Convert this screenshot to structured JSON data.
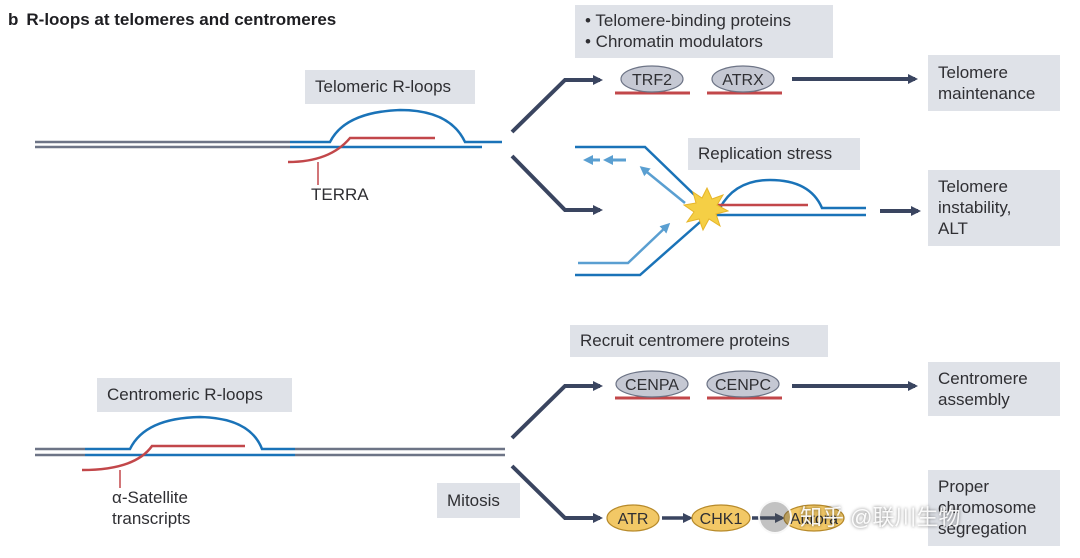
{
  "title": {
    "letter": "b",
    "text": "R-loops at telomeres and centromeres"
  },
  "boxes": {
    "telomere_binding": "• Telomere-binding proteins",
    "chromatin_modulators": "• Chromatin modulators",
    "telomeric_rloops": "Telomeric R-loops",
    "telomere_maintenance": [
      "Telomere",
      "maintenance"
    ],
    "replication_stress": "Replication stress",
    "telomere_instability": [
      "Telomere",
      "instability,",
      "ALT"
    ],
    "recruit_centromere": "Recruit centromere proteins",
    "centromeric_rloops": "Centromeric R-loops",
    "centromere_assembly": [
      "Centromere",
      "assembly"
    ],
    "mitosis": "Mitosis",
    "proper_segregation": [
      "Proper",
      "chromosome",
      "segregation"
    ]
  },
  "labels": {
    "terra": "TERRA",
    "alpha_satellite": [
      "α-Satellite",
      "transcripts"
    ]
  },
  "proteins": {
    "trf2": "TRF2",
    "atrx": "ATRX",
    "cenpa": "CENPA",
    "cenpc": "CENPC",
    "atr": "ATR",
    "chk1": "CHK1",
    "aurora": "Aurora"
  },
  "watermark": "知乎 @联川生物",
  "colors": {
    "dna_gray": "#6d7486",
    "dna_blue": "#1a73b8",
    "rna_red": "#c2474a",
    "arrow_dark": "#3a4560",
    "arrow_light": "#5a9fd1",
    "box_bg": "#dfe2e8",
    "protein_gray": "#c5c8d3",
    "protein_yellow": "#f2c866",
    "star": "#f5cf45"
  }
}
